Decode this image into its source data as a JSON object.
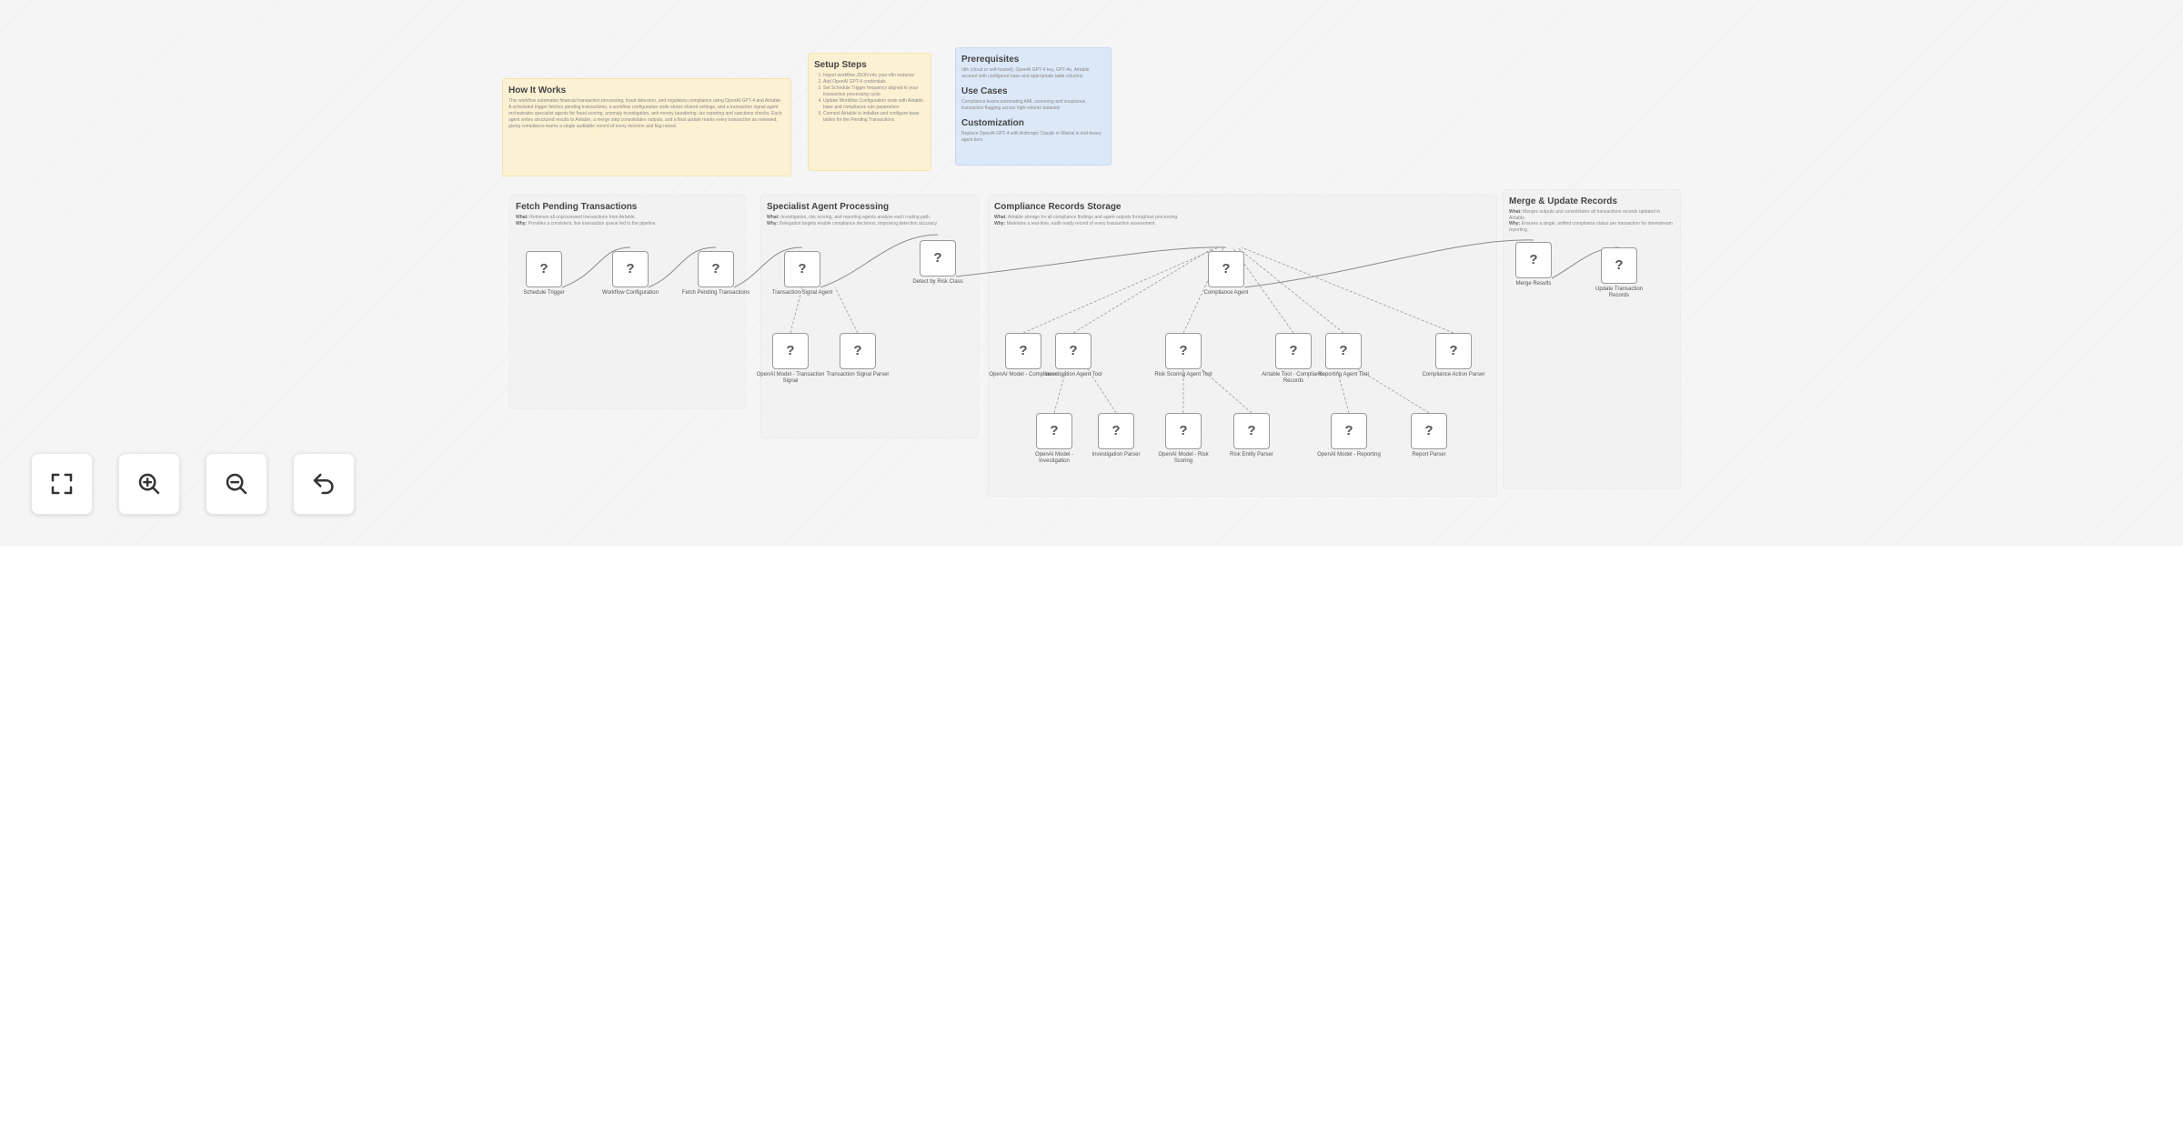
{
  "sticky_notes": {
    "how_it_works": {
      "title": "How It Works",
      "text": "This workflow automates financial transaction processing, fraud detection, and regulatory compliance using OpenAI GPT-4 and Airtable. A scheduled trigger fetches pending transactions, a workflow configuration node stores shared settings, and a transaction signal agent orchestrates specialist agents for fraud scoring, anomaly investigation, anti-money laundering, tax reporting and sanctions checks. Each agent writes structured results to Airtable, a merge step consolidates outputs, and a final update marks every transaction as reviewed, giving compliance teams a single auditable record of every decision and flag raised."
    },
    "setup_steps": {
      "title": "Setup Steps",
      "items": [
        "Import workflow JSON into your n8n instance",
        "Add OpenAI GPT-4 credentials",
        "Set Schedule Trigger frequency aligned to your transaction processing cycle",
        "Update Workflow Configuration node with Airtable base and compliance rule parameters",
        "Connect Airtable to initialize and configure base tables for the Pending Transactions"
      ]
    },
    "prerequisites": {
      "title": "Prerequisites",
      "text": "n8n (cloud or self-hosted), OpenAI GPT-4 key, GPT-4o, Airtable account with configured base and appropriate table columns"
    },
    "use_cases": {
      "title": "Use Cases",
      "text": "Compliance teams automating AML screening and suspicious transaction flagging across high-volume datasets"
    },
    "customization": {
      "title": "Customization",
      "text": "Replace OpenAI GPT-4 with Anthropic Claude or Mistral in tool-heavy agent tiers"
    }
  },
  "groups": [
    {
      "title": "Fetch Pending Transactions",
      "what_label": "What:",
      "what": "Retrieves all unprocessed transactions from Airtable.",
      "why_label": "Why:",
      "why": "Provides a consistent, live transaction queue fed to the pipeline."
    },
    {
      "title": "Specialist Agent Processing",
      "what_label": "What:",
      "what": "Investigation, risk scoring, and reporting agents analyse each routing path.",
      "why_label": "Why:",
      "why": "Delegation targets enable compliance decisions, improving detection accuracy."
    },
    {
      "title": "Compliance Records Storage",
      "what_label": "What:",
      "what": "Airtable storage for all compliance findings and agent outputs throughout processing.",
      "why_label": "Why:",
      "why": "Maintains a real-time, audit-ready record of every transaction assessment."
    },
    {
      "title": "Merge & Update Records",
      "what_label": "What:",
      "what": "Merges outputs and consolidates all transactions records updated in Airtable.",
      "why_label": "Why:",
      "why": "Ensures a single, unified compliance status per transaction for downstream reporting."
    }
  ],
  "nodes": {
    "n1": {
      "icon": "question-icon",
      "glyph": "?",
      "label": "Schedule Trigger"
    },
    "n2": {
      "icon": "question-icon",
      "glyph": "?",
      "label": "Workflow Configuration"
    },
    "n3": {
      "icon": "question-icon",
      "glyph": "?",
      "label": "Fetch Pending Transactions"
    },
    "n4": {
      "icon": "question-icon",
      "glyph": "?",
      "label": "Transaction Signal Agent"
    },
    "n5": {
      "icon": "question-icon",
      "glyph": "?",
      "label": "Detect by Risk Class"
    },
    "n6": {
      "icon": "question-icon",
      "glyph": "?",
      "label": "OpenAI Model - Transaction Signal"
    },
    "n7": {
      "icon": "question-icon",
      "glyph": "?",
      "label": "Transaction Signal Parser"
    },
    "n8": {
      "icon": "question-icon",
      "glyph": "?",
      "label": "Compliance Agent"
    },
    "n9": {
      "icon": "question-icon",
      "glyph": "?",
      "label": "OpenAI Model - Compliance"
    },
    "n10": {
      "icon": "question-icon",
      "glyph": "?",
      "label": "Investigation Agent Tool"
    },
    "n11": {
      "icon": "question-icon",
      "glyph": "?",
      "label": "Risk Scoring Agent Tool"
    },
    "n12": {
      "icon": "question-icon",
      "glyph": "?",
      "label": "Airtable Tool - Compliance Records"
    },
    "n13": {
      "icon": "question-icon",
      "glyph": "?",
      "label": "Reporting Agent Tool"
    },
    "n14": {
      "icon": "question-icon",
      "glyph": "?",
      "label": "Compliance Action Parser"
    },
    "n15": {
      "icon": "question-icon",
      "glyph": "?",
      "label": "OpenAI Model - Investigation"
    },
    "n16": {
      "icon": "question-icon",
      "glyph": "?",
      "label": "Investigation Parser"
    },
    "n17": {
      "icon": "question-icon",
      "glyph": "?",
      "label": "OpenAI Model - Risk Scoring"
    },
    "n18": {
      "icon": "question-icon",
      "glyph": "?",
      "label": "Risk Entity Parser"
    },
    "n19": {
      "icon": "question-icon",
      "glyph": "?",
      "label": "OpenAI Model - Reporting"
    },
    "n20": {
      "icon": "question-icon",
      "glyph": "?",
      "label": "Report Parser"
    },
    "n21": {
      "icon": "question-icon",
      "glyph": "?",
      "label": "Merge Results"
    },
    "n22": {
      "icon": "question-icon",
      "glyph": "?",
      "label": "Update Transaction Records"
    }
  },
  "controls": {
    "fit_view": {
      "icon": "fit-view-icon"
    },
    "zoom_in": {
      "icon": "zoom-in-icon"
    },
    "zoom_out": {
      "icon": "zoom-out-icon"
    },
    "undo": {
      "icon": "undo-icon"
    }
  },
  "colors": {
    "canvas": "#f5f5f5",
    "sticky_yellow": "#fdf1d3",
    "sticky_blue": "#dbe8f8",
    "edge": "#8a8a8a",
    "node_border": "#9a9a9a"
  }
}
